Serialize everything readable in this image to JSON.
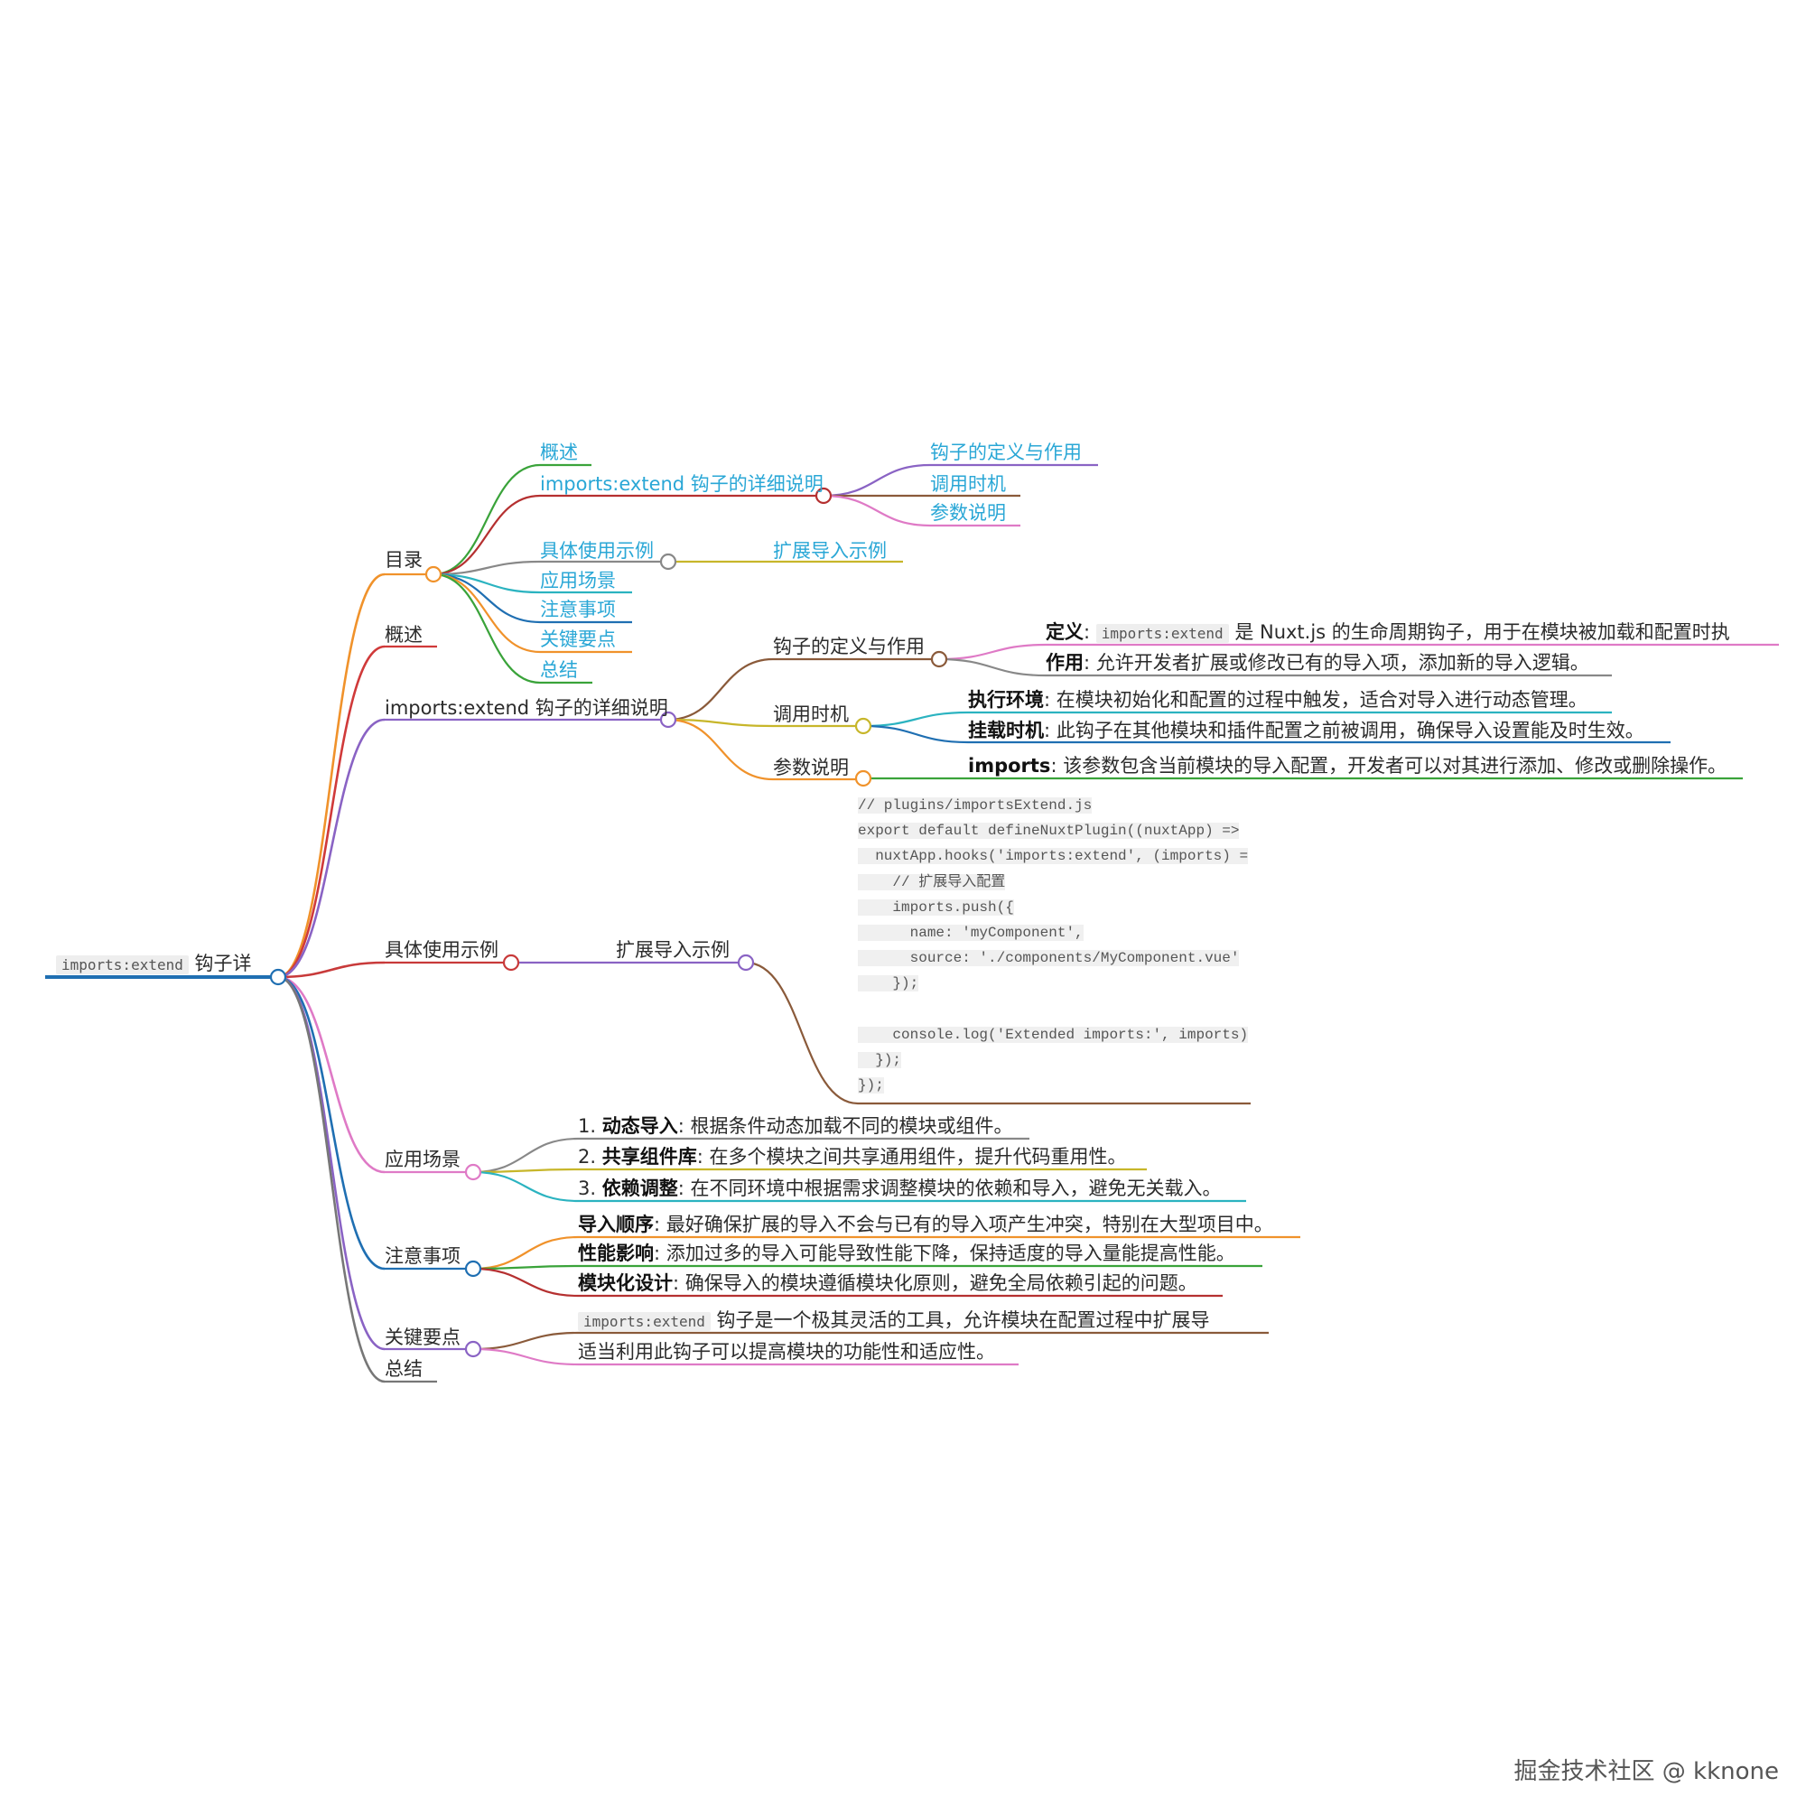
{
  "root": {
    "code": "imports:extend",
    "text": "钩子详"
  },
  "toc": {
    "label": "目录",
    "items": [
      "概述",
      "imports:extend 钩子的详细说明",
      "具体使用示例",
      "应用场景",
      "注意事项",
      "关键要点",
      "总结"
    ],
    "sub_detail": [
      "钩子的定义与作用",
      "调用时机",
      "参数说明"
    ],
    "sub_example": "扩展导入示例"
  },
  "overview": {
    "label": "概述"
  },
  "detail": {
    "label": "imports:extend 钩子的详细说明",
    "definition": {
      "label": "钩子的定义与作用",
      "def_key": "定义",
      "def_code": "imports:extend",
      "def_text": "是 Nuxt.js 的生命周期钩子，用于在模块被加载和配置时执",
      "use_key": "作用",
      "use_text": ": 允许开发者扩展或修改已有的导入项，添加新的导入逻辑。"
    },
    "timing": {
      "label": "调用时机",
      "env_key": "执行环境",
      "env_text": ": 在模块初始化和配置的过程中触发，适合对导入进行动态管理。",
      "mount_key": "挂载时机",
      "mount_text": ": 此钩子在其他模块和插件配置之前被调用，确保导入设置能及时生效。"
    },
    "params": {
      "label": "参数说明",
      "key": "imports",
      "text": ": 该参数包含当前模块的导入配置，开发者可以对其进行添加、修改或删除操作。"
    }
  },
  "example": {
    "label": "具体使用示例",
    "sub": "扩展导入示例",
    "code_lines": [
      "// plugins/importsExtend.js",
      "export default defineNuxtPlugin((nuxtApp) =>",
      "  nuxtApp.hooks('imports:extend', (imports) =",
      "    // 扩展导入配置",
      "    imports.push({",
      "      name: 'myComponent',",
      "      source: './components/MyComponent.vue'",
      "    });",
      "",
      "    console.log('Extended imports:', imports)",
      "  });",
      "});"
    ]
  },
  "scenarios": {
    "label": "应用场景",
    "items": [
      {
        "num": "1. ",
        "key": "动态导入",
        "text": ": 根据条件动态加载不同的模块或组件。"
      },
      {
        "num": "2. ",
        "key": "共享组件库",
        "text": ": 在多个模块之间共享通用组件，提升代码重用性。"
      },
      {
        "num": "3. ",
        "key": "依赖调整",
        "text": ": 在不同环境中根据需求调整模块的依赖和导入，避免无关载入。"
      }
    ]
  },
  "notes": {
    "label": "注意事项",
    "items": [
      {
        "key": "导入顺序",
        "text": ": 最好确保扩展的导入不会与已有的导入项产生冲突，特别在大型项目中。"
      },
      {
        "key": "性能影响",
        "text": ": 添加过多的导入可能导致性能下降，保持适度的导入量能提高性能。"
      },
      {
        "key": "模块化设计",
        "text": ": 确保导入的模块遵循模块化原则，避免全局依赖引起的问题。"
      }
    ]
  },
  "keypoints": {
    "label": "关键要点",
    "code": "imports:extend",
    "text1": "钩子是一个极其灵活的工具，允许模块在配置过程中扩展导",
    "text2": "适当利用此钩子可以提高模块的功能性和适应性。"
  },
  "summary": {
    "label": "总结"
  },
  "watermark": "掘金技术社区 @ kknone",
  "colors": {
    "root": "#1f6fb2",
    "toc": "#f0922b",
    "overview": "#d03a3a",
    "detail": "#8a63c4",
    "example": "#c83a3a",
    "scenarios": "#df7ac6",
    "notes": "#1f6fb2",
    "keypoints": "#8a63c4",
    "summary": "#777777",
    "link": "#2aa7d6"
  }
}
